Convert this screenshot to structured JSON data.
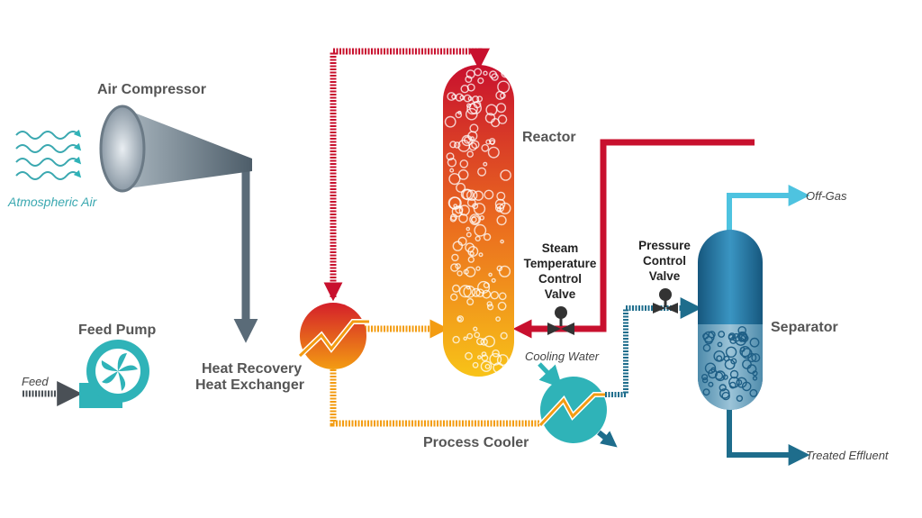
{
  "labels": {
    "air_compressor": "Air Compressor",
    "atmospheric_air": "Atmospheric Air",
    "feed_pump": "Feed Pump",
    "feed": "Feed",
    "heat_exchanger_line1": "Heat Recovery",
    "heat_exchanger_line2": "Heat Exchanger",
    "reactor": "Reactor",
    "steam_valve_line1": "Steam",
    "steam_valve_line2": "Temperature",
    "steam_valve_line3": "Control",
    "steam_valve_line4": "Valve",
    "pressure_valve_line1": "Pressure",
    "pressure_valve_line2": "Control",
    "pressure_valve_line3": "Valve",
    "cooling_water": "Cooling Water",
    "process_cooler": "Process Cooler",
    "separator": "Separator",
    "off_gas": "Off-Gas",
    "treated_effluent": "Treated Effluent"
  },
  "colors": {
    "steam_red": "#c8102e",
    "process_orange": "#f39c12",
    "air_gray": "#5a6b78",
    "feed_gray": "#6b6f73",
    "teal": "#2fb3b8",
    "separator_blue": "#1f6f9a",
    "offgas_cyan": "#4ec3e0",
    "effluent_blue": "#1e6d8c",
    "label_gray": "#555555"
  }
}
